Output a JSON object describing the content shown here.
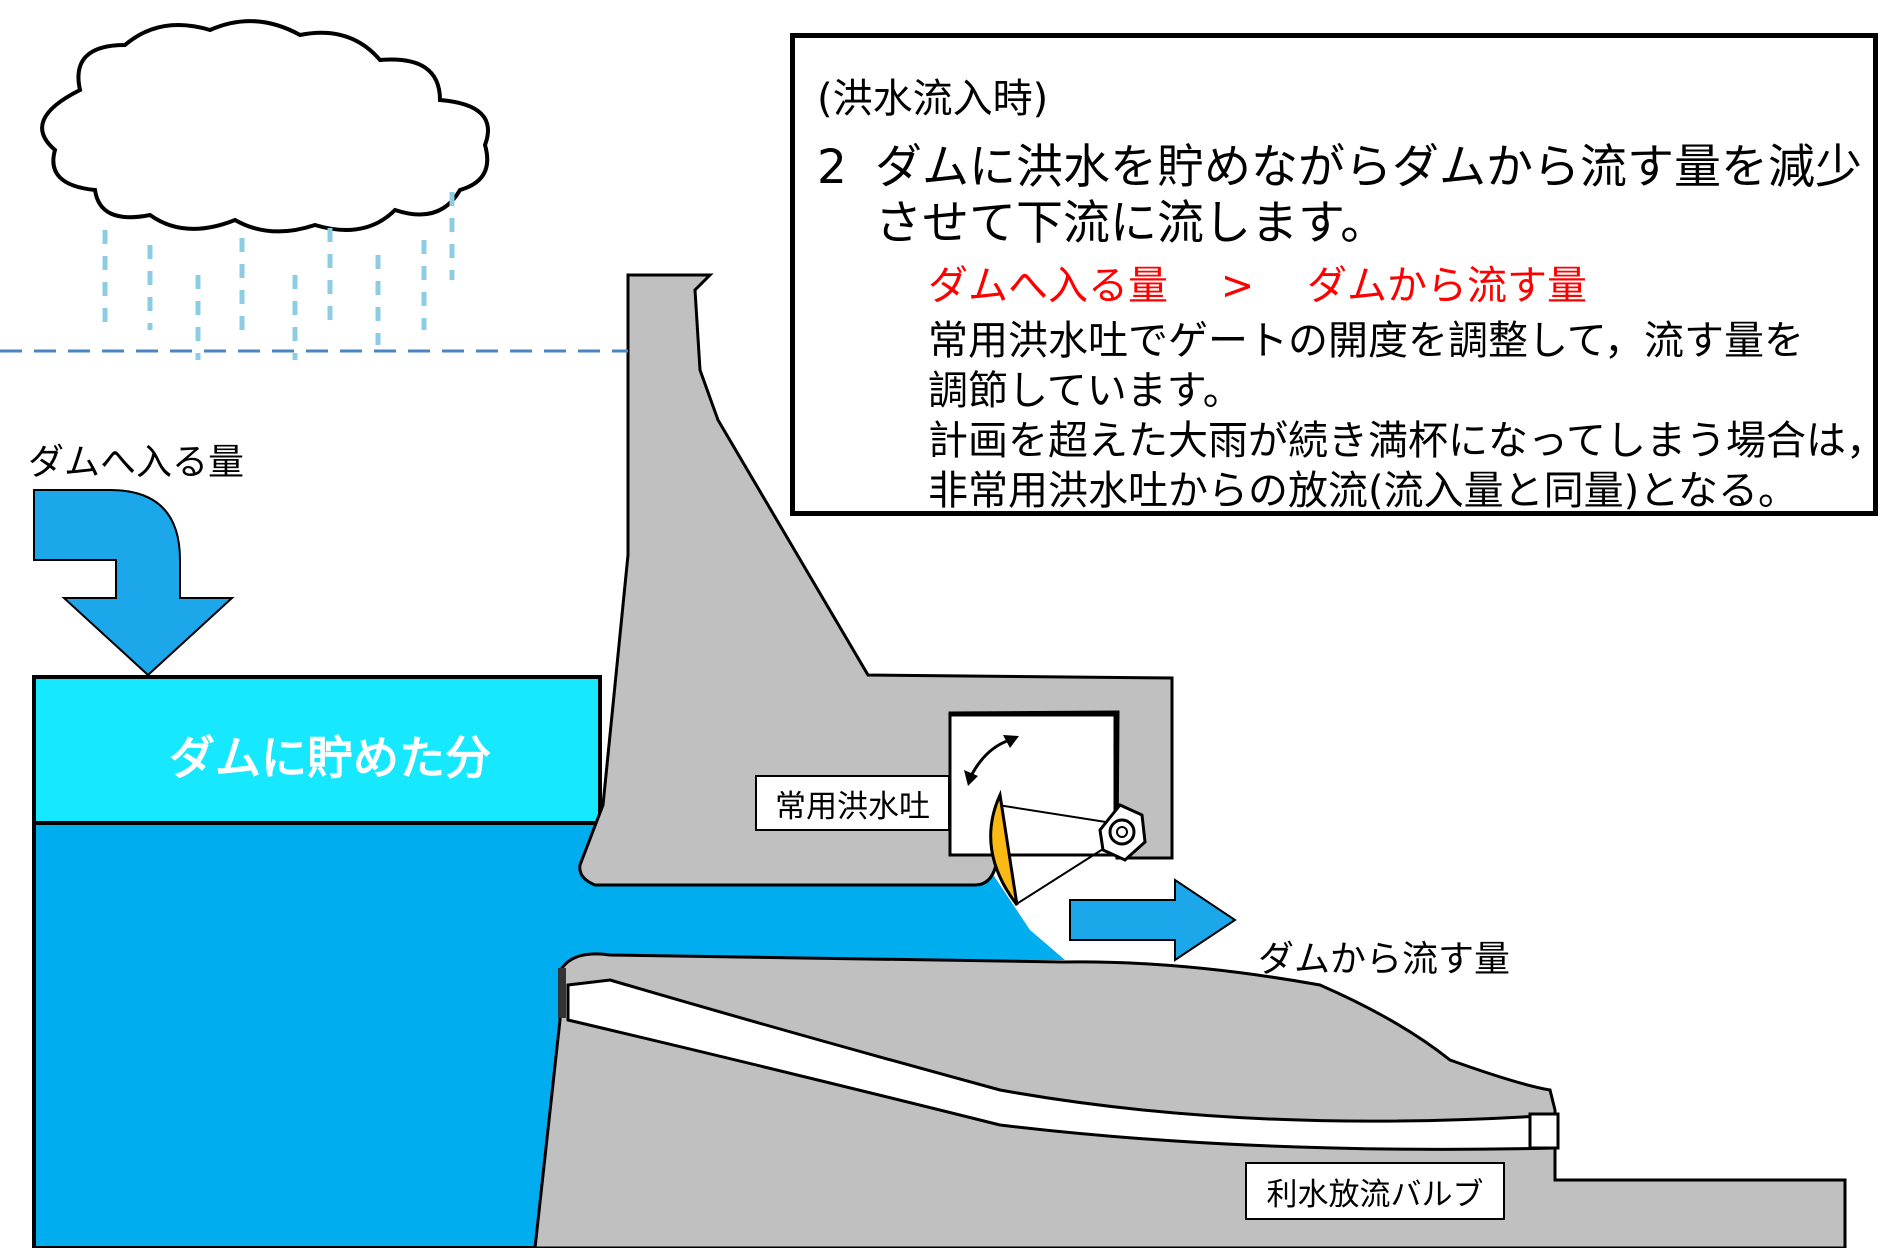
{
  "info": {
    "heading": "(洪水流入時)",
    "item_number": "2",
    "item_text_1": "ダムに洪水を貯めながらダムから流す量を減少",
    "item_text_2": "させて下流に流します。",
    "comparison": "ダムへ入る量　 >　 ダムから流す量",
    "body_1": "常用洪水吐でゲートの開度を調整して，流す量を",
    "body_2": "調節しています。",
    "body_3": "計画を超えた大雨が続き満杯になってしまう場合は，",
    "body_4": "非常用洪水吐からの放流(流入量と同量)となる。"
  },
  "labels": {
    "inflow": "ダムへ入る量",
    "stored": "ダムに貯めた分",
    "spillway": "常用洪水吐",
    "outflow": "ダムから流す量",
    "valve": "利水放流バルブ"
  },
  "colors": {
    "reservoir": "#00aeef",
    "stored": "#15e8ff",
    "concrete": "#c0c0c0",
    "gate": "#fbb915",
    "rain": "#8ccde3",
    "arrow": "#1ba7ea",
    "highlight": "#ff0000"
  }
}
